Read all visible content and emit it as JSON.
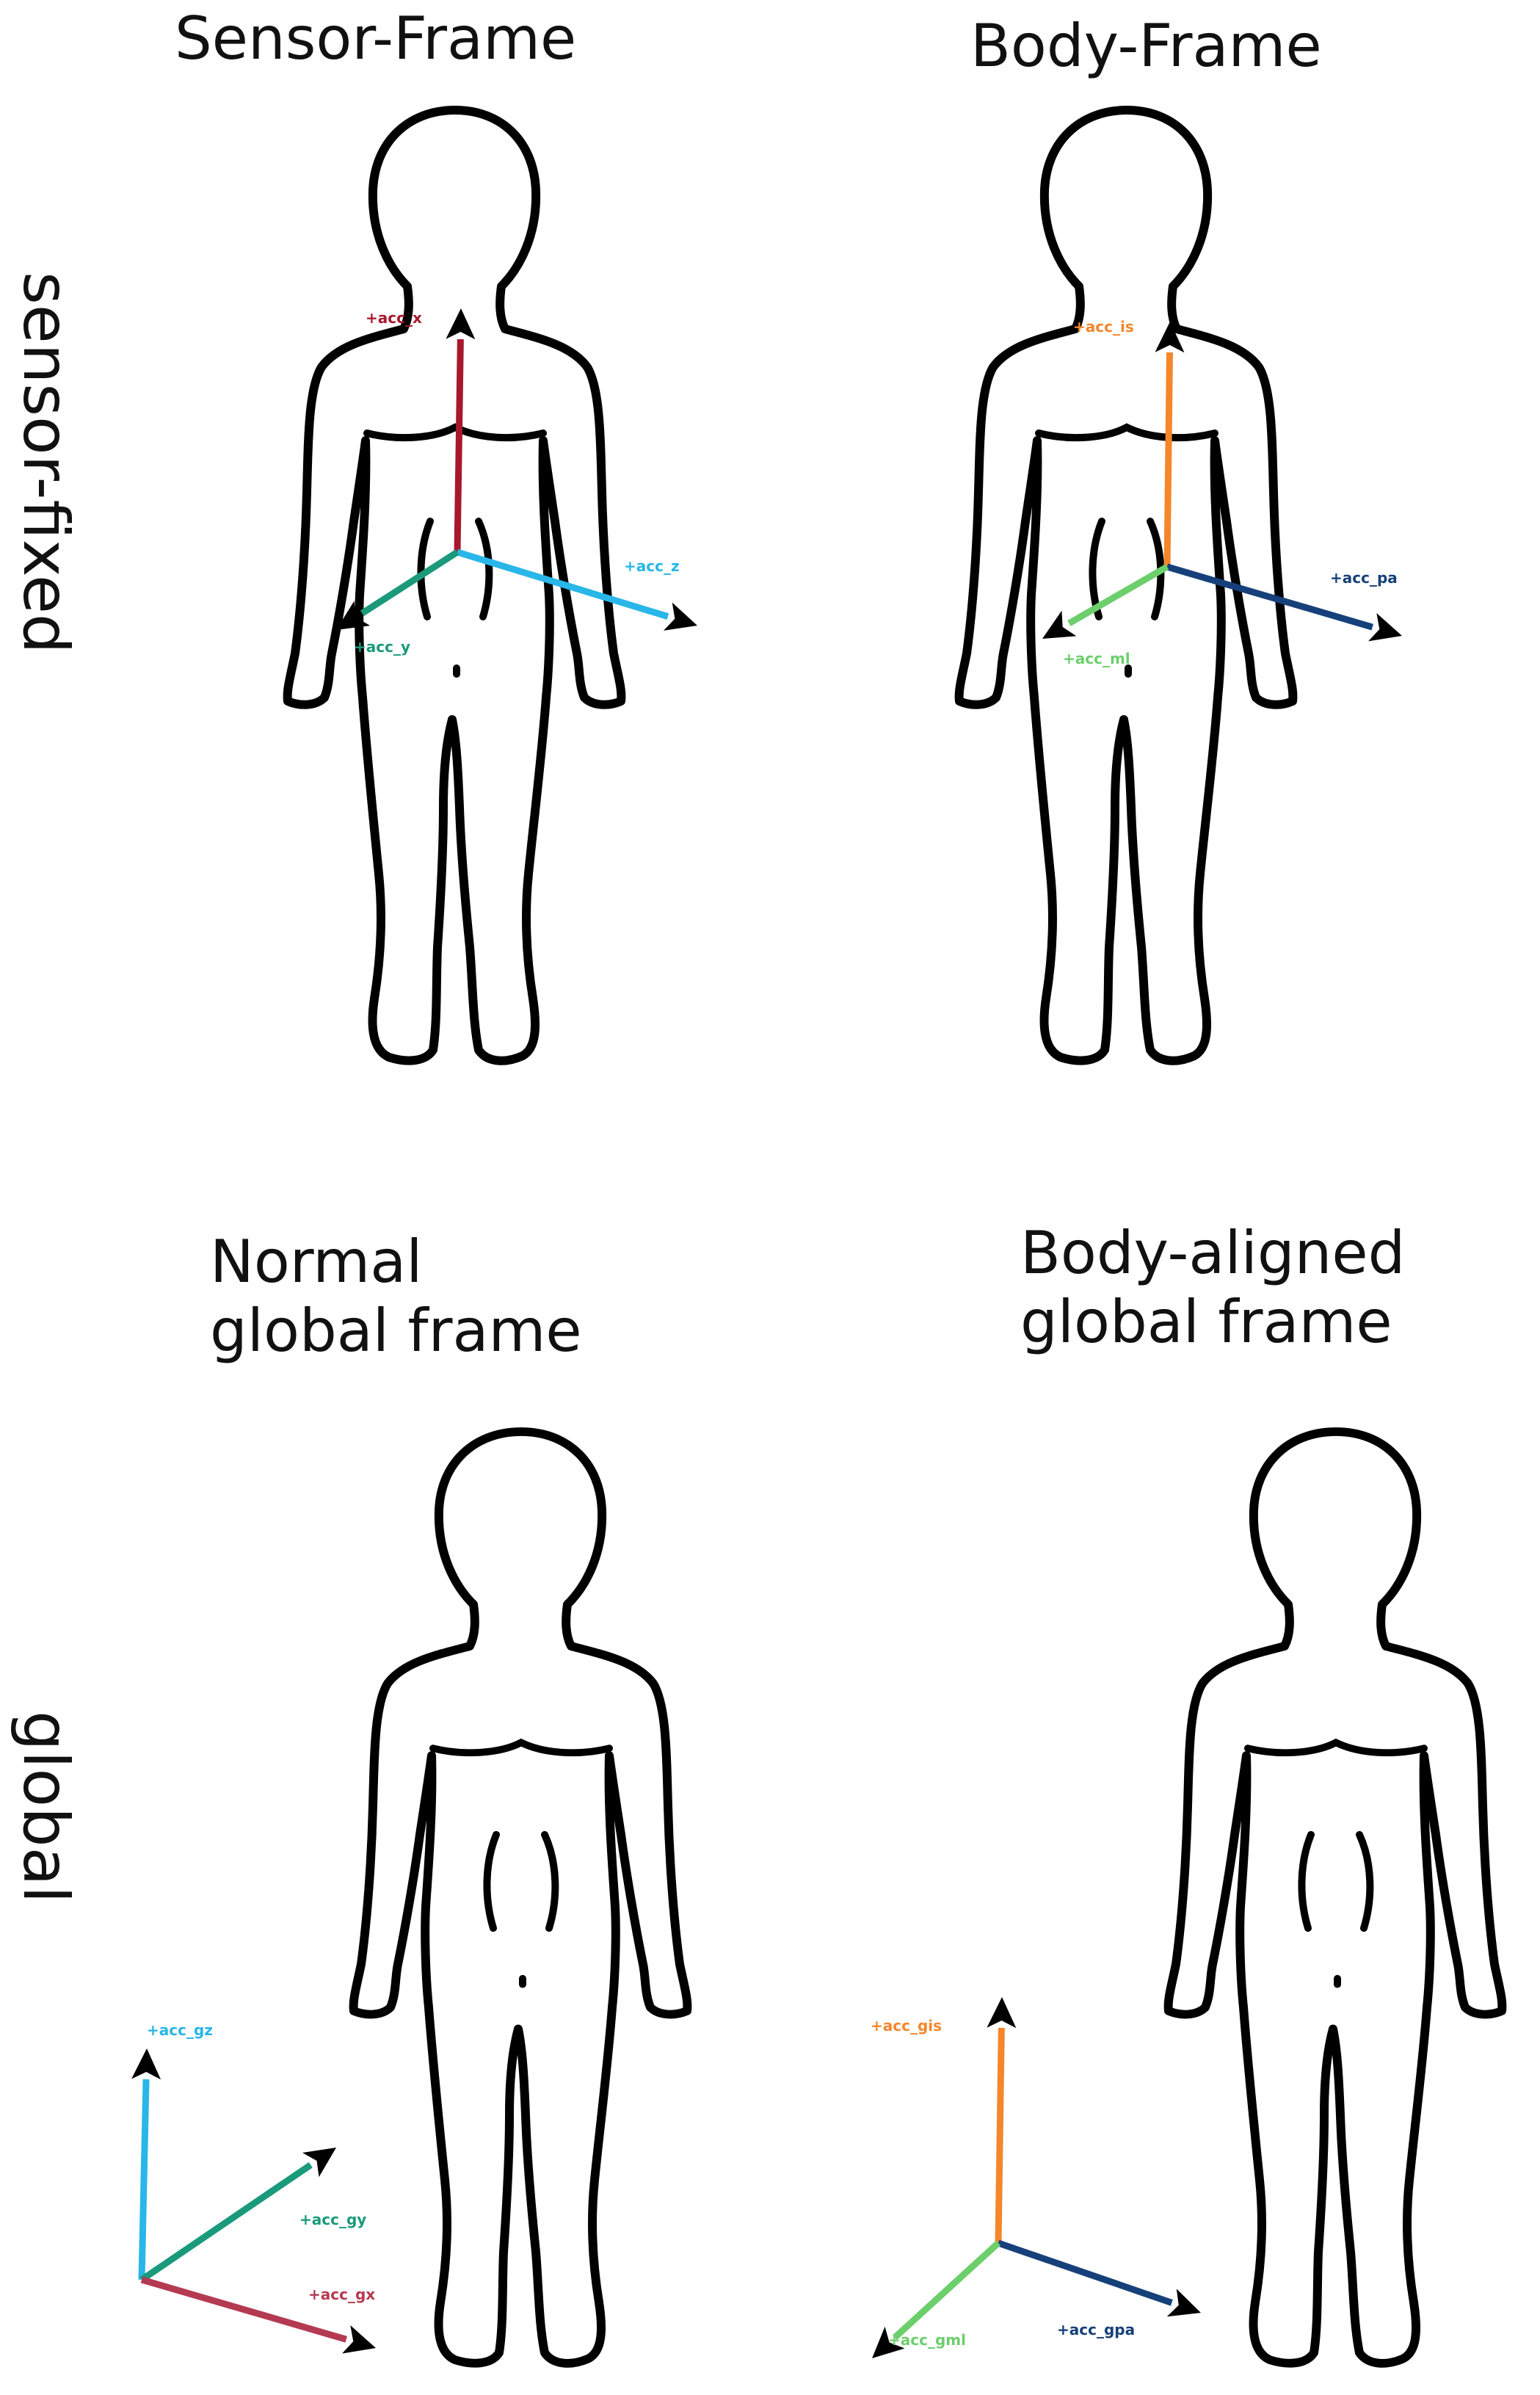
{
  "panels": {
    "sensor_frame": {
      "title": "Sensor-Frame",
      "axes": {
        "x": {
          "label": "+acc_x",
          "color": "#a8182d"
        },
        "z": {
          "label": "+acc_z",
          "color": "#29b6e8"
        },
        "y": {
          "label": "+acc_y",
          "color": "#1a9a7a"
        }
      }
    },
    "body_frame": {
      "title": "Body-Frame",
      "axes": {
        "is": {
          "label": "+acc_is",
          "color": "#f5862a"
        },
        "pa": {
          "label": "+acc_pa",
          "color": "#16407a"
        },
        "ml": {
          "label": "+acc_ml",
          "color": "#6ccf6c"
        }
      }
    },
    "normal_global": {
      "title_line1": "Normal",
      "title_line2": "global frame",
      "axes": {
        "gz": {
          "label": "+acc_gz",
          "color": "#29b6e8"
        },
        "gy": {
          "label": "+acc_gy",
          "color": "#1a9a7a"
        },
        "gx": {
          "label": "+acc_gx",
          "color": "#b43a52"
        }
      }
    },
    "body_aligned_global": {
      "title_line1": "Body-aligned",
      "title_line2": "global frame",
      "axes": {
        "gis": {
          "label": "+acc_gis",
          "color": "#f5862a"
        },
        "gpa": {
          "label": "+acc_gpa",
          "color": "#16407a"
        },
        "gml": {
          "label": "+acc_gml",
          "color": "#6ccf6c"
        }
      }
    }
  },
  "row_labels": {
    "top": "sensor-fixed",
    "bottom": "global"
  }
}
